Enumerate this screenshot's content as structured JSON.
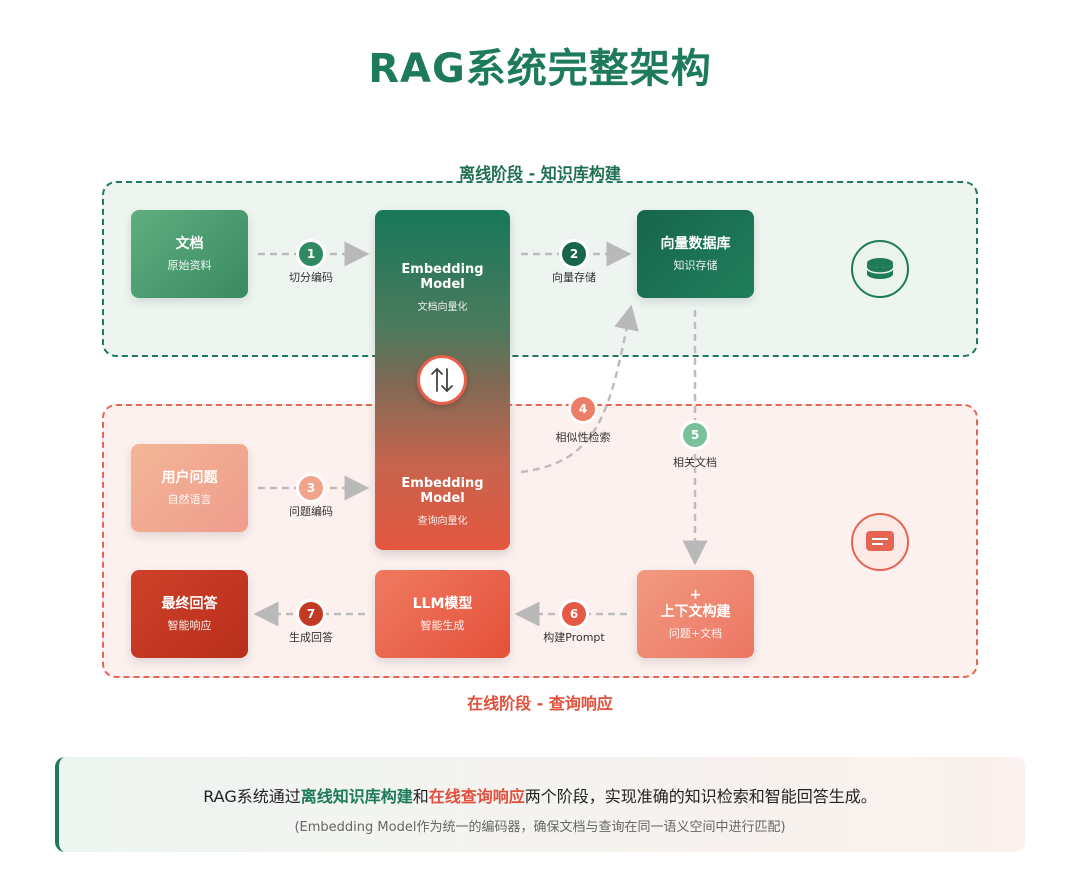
{
  "title": "RAG系统完整架构",
  "offline": {
    "label": "离线阶段 - 知识库构建",
    "doc": {
      "title": "文档",
      "subtitle": "原始资料"
    },
    "embed": {
      "title_line1": "Embedding",
      "title_line2": "Model",
      "subtitle": "文档向量化"
    },
    "vdb": {
      "title": "向量数据库",
      "subtitle": "知识存储"
    },
    "icon": "database-icon"
  },
  "online": {
    "label": "在线阶段 - 查询响应",
    "query": {
      "title": "用户问题",
      "subtitle": "自然语言"
    },
    "embed": {
      "title_line1": "Embedding",
      "title_line2": "Model",
      "subtitle": "查询向量化"
    },
    "ctx": {
      "title_plus": "+",
      "title": "上下文构建",
      "subtitle": "问题+文档"
    },
    "llm": {
      "title": "LLM模型",
      "subtitle": "智能生成"
    },
    "final": {
      "title": "最终回答",
      "subtitle": "智能响应"
    },
    "icon": "message-icon"
  },
  "steps": [
    {
      "num": "1",
      "label": "切分编码",
      "color": "#2f8a63"
    },
    {
      "num": "2",
      "label": "向量存储",
      "color": "#17664b"
    },
    {
      "num": "3",
      "label": "问题编码",
      "color": "#f0a48c"
    },
    {
      "num": "4",
      "label": "相似性检索",
      "color": "#ec7d66"
    },
    {
      "num": "5",
      "label": "相关文档",
      "color": "#78c19a"
    },
    {
      "num": "6",
      "label": "构建Prompt",
      "color": "#e45a45"
    },
    {
      "num": "7",
      "label": "生成回答",
      "color": "#c23a24"
    }
  ],
  "summary": {
    "prefix": "RAG系统通过",
    "offline_text": "离线知识库构建",
    "middle": "和",
    "online_text": "在线查询响应",
    "suffix": "两个阶段，实现准确的知识检索和智能回答生成。",
    "note": "(Embedding Model作为统一的编码器，确保文档与查询在同一语义空间中进行匹配)"
  },
  "colors": {
    "green": "#1e7a58",
    "red": "#e66452"
  }
}
